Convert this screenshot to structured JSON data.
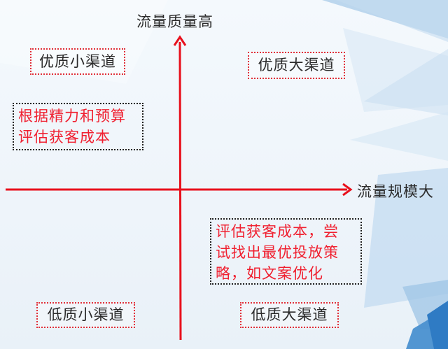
{
  "axes": {
    "y_label": "流量质量高",
    "x_label": "流量规模大",
    "color": "#e8101c"
  },
  "quadrants": {
    "top_left": "优质小渠道",
    "top_right": "优质大渠道",
    "bottom_left": "低质小渠道",
    "bottom_right": "低质大渠道"
  },
  "notes": {
    "left": [
      "根据精力和预算",
      "评估获客成本"
    ],
    "bottom_right": [
      "评估获客成本，尝",
      "试找出最优投放策",
      "略，如文案优化"
    ]
  },
  "colors": {
    "note_text": "#f02030",
    "label_border": "#e0303a",
    "note_border": "#222222",
    "background_accent": "#4a90d0"
  }
}
